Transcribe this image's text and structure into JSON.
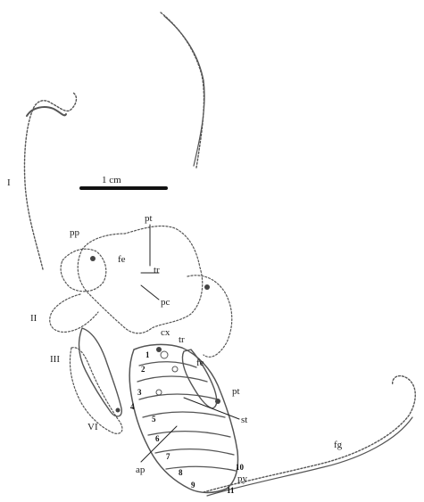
{
  "scale_bar": {
    "label": "1 cm"
  },
  "limb_labels": {
    "leg1": "I",
    "leg2": "II",
    "leg3": "III",
    "leg6": "VI"
  },
  "part_labels": {
    "pp": "pp",
    "pt_top": "pt",
    "fe_top": "fe",
    "tr_top": "tr",
    "pc": "pc",
    "cx": "cx",
    "tr_mid": "tr",
    "fe_mid": "fe",
    "pt_mid": "pt",
    "st": "st",
    "ap": "ap",
    "fg": "fg",
    "py": "py"
  },
  "segment_numbers": [
    "1",
    "2",
    "3",
    "4",
    "5",
    "6",
    "7",
    "8",
    "9",
    "10",
    "11"
  ],
  "colors": {
    "ink": "#333333",
    "background": "#ffffff"
  }
}
